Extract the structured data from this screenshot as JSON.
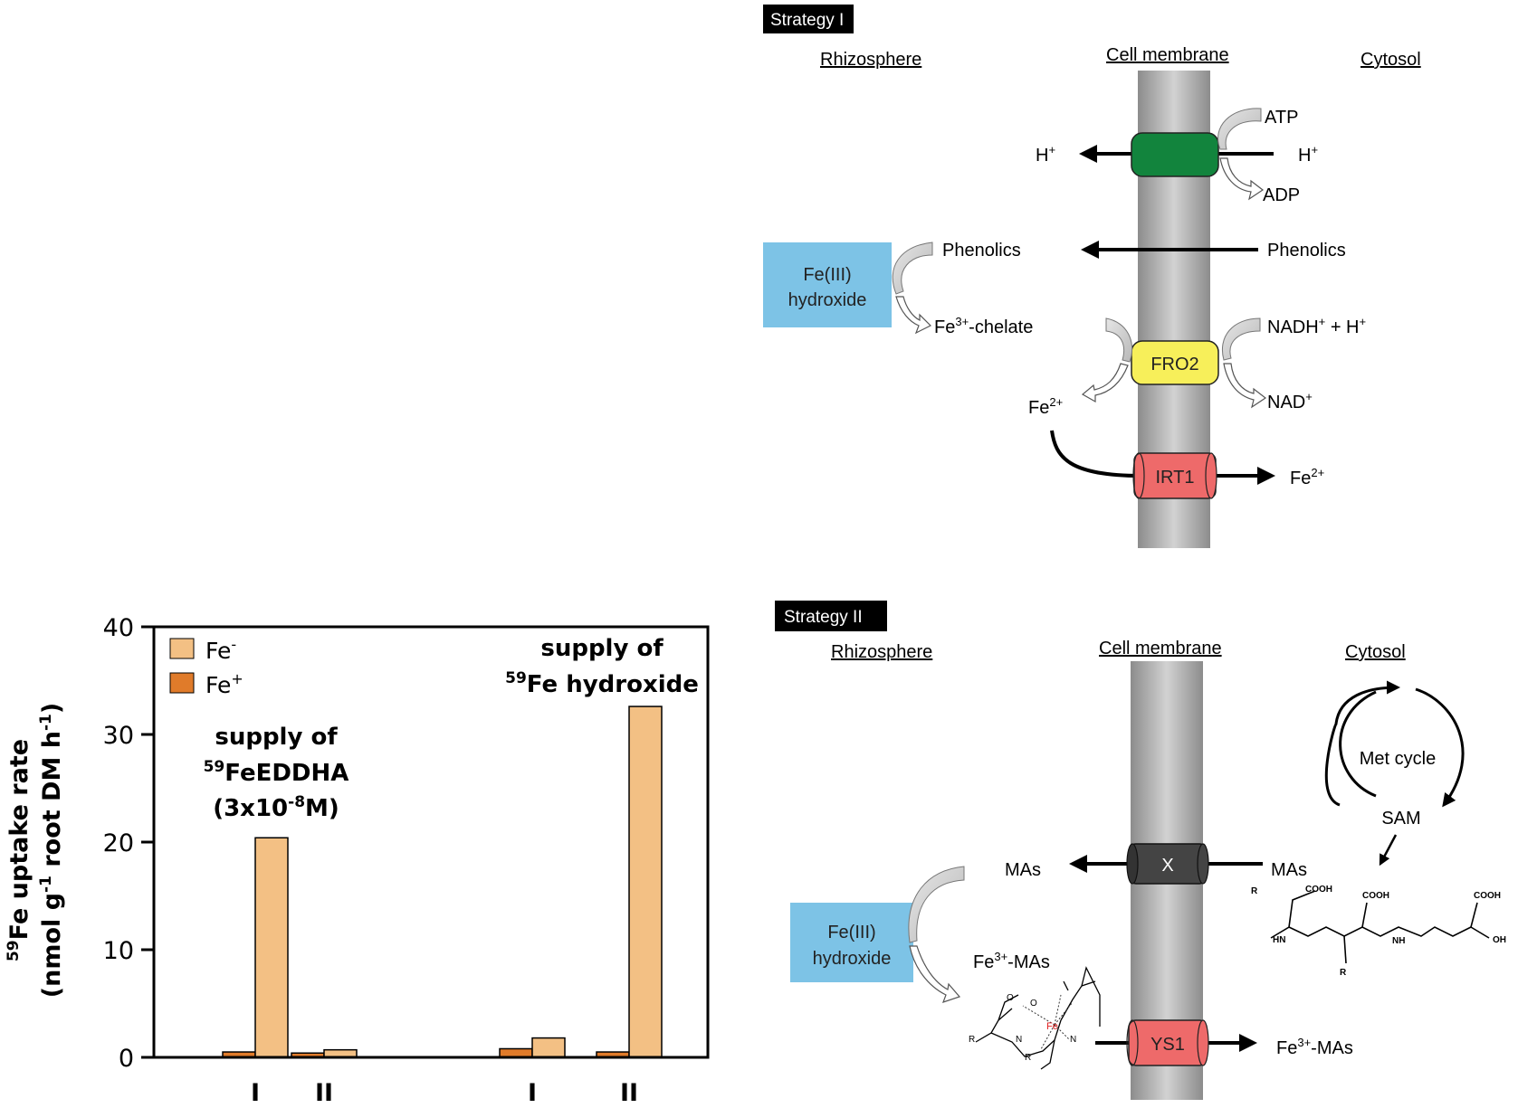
{
  "strategy1": {
    "tag": "Strategy I",
    "rhizosphere": "Rhizosphere",
    "membrane": "Cell membrane",
    "cytosol": "Cytosol",
    "atp": "ATP",
    "adp": "ADP",
    "h_left": "H",
    "h_right": "H",
    "plus": "+",
    "phenolics_left": "Phenolics",
    "phenolics_right": "Phenolics",
    "fe3_hydroxide_1": "Fe(III)",
    "fe3_hydroxide_2": "hydroxide",
    "fe3_chelate_pre": "Fe",
    "fe3_chelate_sup": "3+",
    "fe3_chelate_post": "-chelate",
    "nadh": "NADH",
    "nadh_tail": " + H",
    "nad": "NAD",
    "fro2": "FRO2",
    "fe2_left": "Fe",
    "fe2_right": "Fe",
    "sup2": "2+",
    "irt1": "IRT1"
  },
  "strategy2": {
    "tag": "Strategy II",
    "rhizosphere": "Rhizosphere",
    "membrane": "Cell membrane",
    "cytosol": "Cytosol",
    "met_cycle": "Met cycle",
    "sam": "SAM",
    "mas_left": "MAs",
    "mas_right": "MAs",
    "x": "X",
    "fe3_hydroxide_1": "Fe(III)",
    "fe3_hydroxide_2": "hydroxide",
    "fe3mas_pre": "Fe",
    "fe3mas_sup": "3+",
    "fe3mas_post": "-MAs",
    "ys1": "YS1",
    "fe_atom": "Fe",
    "chem": {
      "r1": "R",
      "r2": "R",
      "cooh": "COOH",
      "nh": "NH",
      "hn": "HN",
      "oh": "OH",
      "o": "O",
      "n": "N"
    }
  },
  "chart_data": {
    "type": "bar",
    "ylabel_line1_sup": "59",
    "ylabel_line1": "Fe uptake rate",
    "ylabel_line2": "(nmol g",
    "ylabel_line2_sup1": "-1",
    "ylabel_line2_mid": " root DM h",
    "ylabel_line2_sup2": "-1",
    "ylabel_line2_end": ")",
    "ylim": [
      0,
      40
    ],
    "yticks": [
      "0",
      "10",
      "20",
      "30",
      "40"
    ],
    "categories": [
      "I",
      "II",
      "I",
      "II"
    ],
    "series": [
      {
        "name": "Fe",
        "name_sup": "-",
        "color": "#f3c084",
        "values": [
          20.4,
          0.7,
          1.8,
          32.6
        ]
      },
      {
        "name": "Fe",
        "name_sup": "+",
        "color": "#e07b2a",
        "values": [
          0.5,
          0.4,
          0.8,
          0.5
        ]
      }
    ],
    "annotations": {
      "eddha_1": "supply of",
      "eddha_2_sup": "59",
      "eddha_2": "FeEDDHA",
      "eddha_3_pre": "(3x10",
      "eddha_3_sup": "-8",
      "eddha_3_post": "M)",
      "hydroxide_1": "supply of",
      "hydroxide_2_sup": "59",
      "hydroxide_2": "Fe hydroxide"
    },
    "legend_position": "top-left",
    "grid": false
  }
}
